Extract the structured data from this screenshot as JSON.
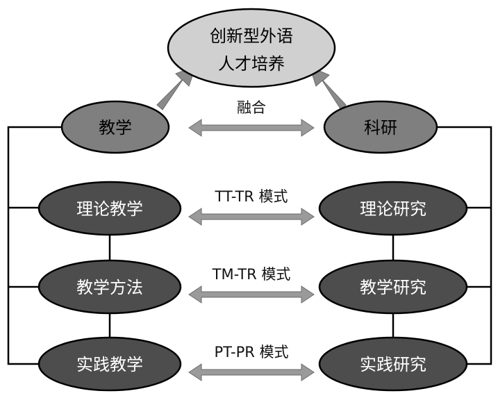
{
  "diagram": {
    "goal": {
      "line1": "创新型外语",
      "line2": "人才培养"
    },
    "teaching": "教学",
    "research": "科研",
    "fusion": "融合",
    "rows": [
      {
        "left": "理论教学",
        "mode": "TT-TR 模式",
        "right": "理论研究"
      },
      {
        "left": "教学方法",
        "mode": "TM-TR 模式",
        "right": "教学研究"
      },
      {
        "left": "实践教学",
        "mode": "PT-PR 模式",
        "right": "实践研究"
      }
    ]
  }
}
